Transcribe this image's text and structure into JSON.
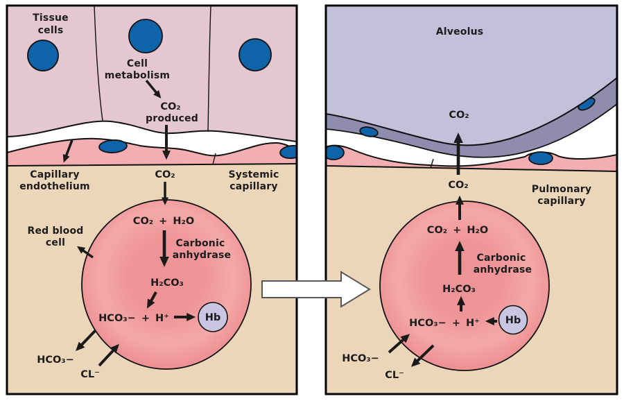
{
  "colors": {
    "background": "#ffffff",
    "panel_border": "#000000",
    "tissue": "#e5c7d1",
    "nucleus_blue": "#0f63a8",
    "endothelium_pink": "#f2aeb0",
    "plasma_tan": "#ecd6ba",
    "rbc_red": "#ee8f92",
    "rbc_highlight": "#f4a9a7",
    "hb_lavender": "#c9c6e4",
    "alveolus_lavender": "#c3c0da",
    "alveolus_wall": "#8f8cad",
    "text": "#1c1c1c"
  },
  "left_panel": {
    "tissue_cells_label": [
      "Tissue",
      "cells"
    ],
    "cell_metabolism_label": [
      "Cell",
      "metabolism"
    ],
    "co2_produced_label": [
      "CO₂",
      "produced"
    ],
    "co2_plasma_label": "CO₂",
    "capillary_endothelium_label": [
      "Capillary",
      "endothelium"
    ],
    "systemic_capillary_label": [
      "Systemic",
      "capillary"
    ],
    "red_blood_cell_label": [
      "Red blood",
      "cell"
    ],
    "rbc": {
      "co2_h2o": "CO₂ + H₂O",
      "carbonic_anhydrase": [
        "Carbonic",
        "anhydrase"
      ],
      "h2co3": "H₂CO₃",
      "hco3_h": "HCO₃− + H⁺",
      "hb": "Hb",
      "hco3_exported": "HCO₃−",
      "cl_imported": "CL⁻"
    }
  },
  "right_panel": {
    "alveolus_label": "Alveolus",
    "co2_alveolus_label": "CO₂",
    "co2_plasma_label": "CO₂",
    "pulmonary_capillary_label": [
      "Pulmonary",
      "capillary"
    ],
    "rbc": {
      "co2_h2o": "CO₂ + H₂O",
      "carbonic_anhydrase": [
        "Carbonic",
        "anhydrase"
      ],
      "h2co3": "H₂CO₃",
      "hco3_h": "HCO₃− + H⁺",
      "hb": "Hb",
      "hco3_imported": "HCO₃−",
      "cl_exported": "CL⁻"
    }
  }
}
